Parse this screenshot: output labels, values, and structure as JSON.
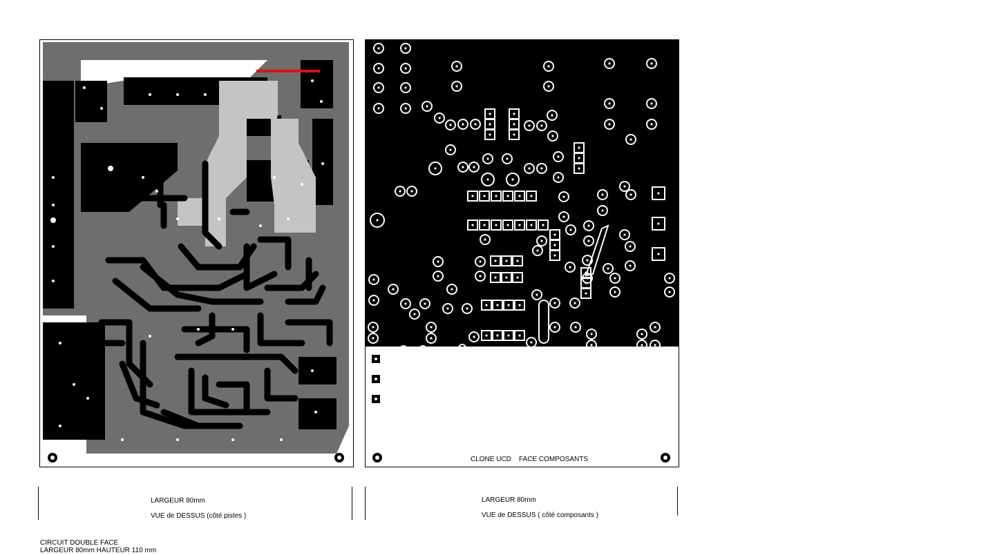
{
  "left_panel": {
    "width_label": "LARGEUR 80mm",
    "view_label": "VUE de DESSUS (côté pistes )"
  },
  "right_panel": {
    "width_label": "LARGEUR 80mm",
    "view_label": "VUE de DESSUS ( côté composants )",
    "board_text_1": "CLONE UCD",
    "board_text_2": "FACE COMPOSANTS"
  },
  "footer": {
    "line_1": "CIRCUIT DOUBLE FACE",
    "line_2": "LARGEUR 80mm  HAUTEUR 110 mm"
  },
  "colors": {
    "copper": "#000000",
    "ground_plane": "#6e6e6e",
    "light_fill": "#c4c4c4",
    "marker": "#e01010"
  }
}
